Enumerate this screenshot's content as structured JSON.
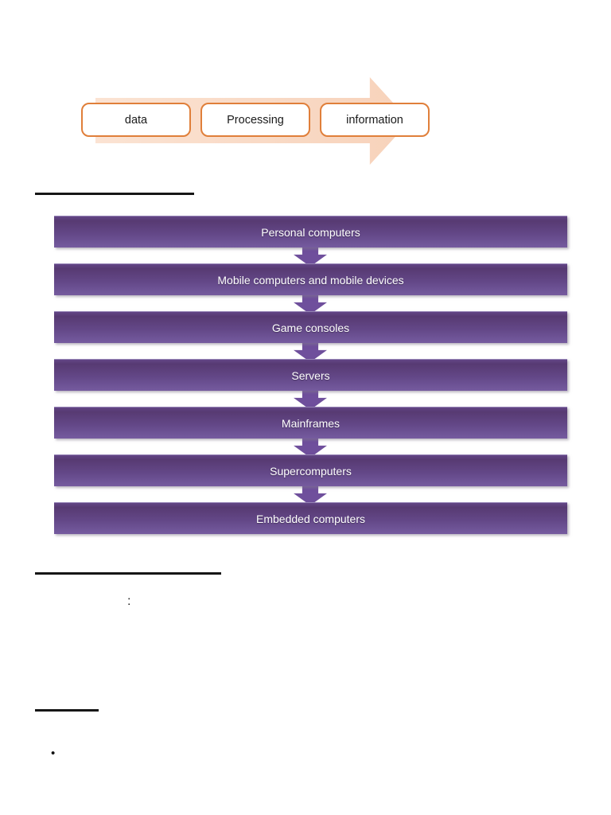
{
  "flow": {
    "steps": [
      {
        "label": "data"
      },
      {
        "label": "Processing"
      },
      {
        "label": "information"
      }
    ]
  },
  "types": {
    "items": [
      {
        "label": "Personal computers"
      },
      {
        "label": "Mobile computers and mobile devices"
      },
      {
        "label": "Game consoles"
      },
      {
        "label": "Servers"
      },
      {
        "label": "Mainframes"
      },
      {
        "label": "Supercomputers"
      },
      {
        "label": "Embedded computers"
      }
    ]
  },
  "stray_text": {
    "colon": ":",
    "bullet": "•"
  },
  "colors": {
    "page-bg": "#ffffff",
    "flow-arrow-light": "#fbe3d3",
    "flow-arrow-dark": "#f7d2ba",
    "flow-box-border": "#e07f3a",
    "flow-box-bg": "#ffffff",
    "flow-box-text": "#1a1a1a",
    "type-box-grad-1": "#624586",
    "type-box-grad-2": "#573a72",
    "type-box-grad-3": "#634787",
    "type-box-grad-4": "#755b9f",
    "type-box-text": "#ffffff",
    "connector-arrow": "#6f4f9c",
    "rule-color": "#161616"
  }
}
